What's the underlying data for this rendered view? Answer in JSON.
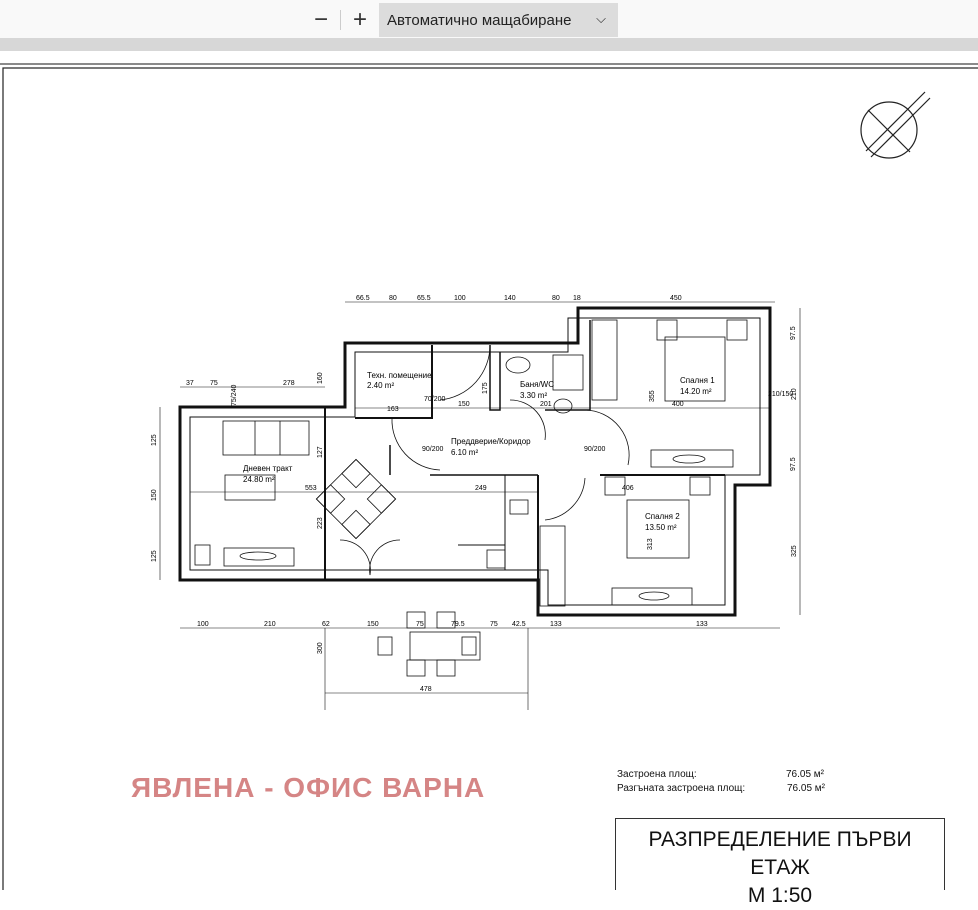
{
  "toolbar": {
    "zoom_out_icon": "minus",
    "zoom_in_icon": "plus",
    "zoom_level": "Автоматично мащабиране"
  },
  "plan": {
    "rooms": [
      {
        "name": "Техн. помещение",
        "area": "2.40 m²"
      },
      {
        "name": "Баня/WC",
        "area": "3.30 m²"
      },
      {
        "name": "Спалня 1",
        "area": "14.20 m²"
      },
      {
        "name": "Дневен тракт",
        "area": "24.80 m²"
      },
      {
        "name": "Преддверие/Коридор",
        "area": "6.10 m²"
      },
      {
        "name": "Спалня 2",
        "area": "13.50 m²"
      }
    ],
    "dims_top": [
      "66.5",
      "80",
      "65.5",
      "100",
      "140",
      "80",
      "18",
      "450"
    ],
    "dims_left": [
      "37",
      "75",
      "278"
    ],
    "dims_bottom": [
      "100",
      "210",
      "62",
      "150",
      "75",
      "79.5",
      "75",
      "42.5",
      "133",
      "133"
    ],
    "dims_right": [
      "97.5",
      "210",
      "97.5",
      "325"
    ],
    "dims_vertical_left": [
      "125",
      "150",
      "125"
    ],
    "dims_misc": [
      "553",
      "249",
      "478",
      "300",
      "150",
      "175",
      "201",
      "163",
      "400",
      "355",
      "313",
      "406",
      "127",
      "223",
      "160"
    ],
    "openings": [
      "90/200",
      "70/200",
      "90/200",
      "210/150",
      "75/240"
    ]
  },
  "watermark": "ЯВЛЕНА - ОФИС ВАРНА",
  "areas": {
    "built_label": "Застроена площ:",
    "built_value": "76.05 м²",
    "gross_label": "Разгъната застроена площ:",
    "gross_value": "76.05 м²"
  },
  "title": {
    "line1": "РАЗПРЕДЕЛЕНИЕ ПЪРВИ ЕТАЖ",
    "line2": "М 1:50"
  }
}
